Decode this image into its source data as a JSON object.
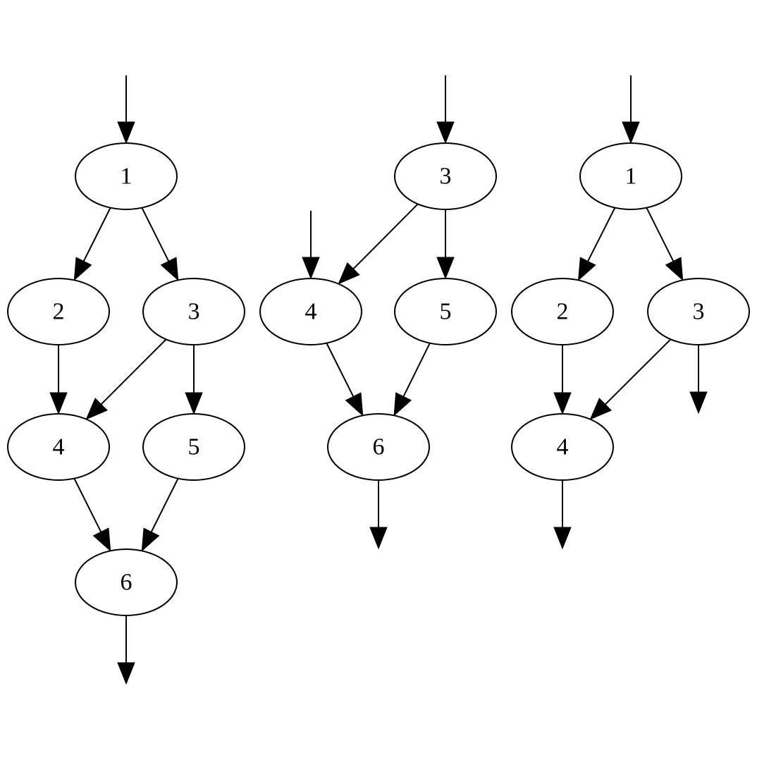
{
  "colors": {
    "stroke": "#000000",
    "fill": "#ffffff",
    "background": "#ffffff"
  },
  "graphs": [
    {
      "name": "graph-1",
      "nodes": [
        {
          "id": "g1-n1",
          "label": "1"
        },
        {
          "id": "g1-n2",
          "label": "2"
        },
        {
          "id": "g1-n3",
          "label": "3"
        },
        {
          "id": "g1-n4",
          "label": "4"
        },
        {
          "id": "g1-n5",
          "label": "5"
        },
        {
          "id": "g1-n6",
          "label": "6"
        }
      ],
      "edges": [
        {
          "from": null,
          "to": "g1-n1"
        },
        {
          "from": "g1-n1",
          "to": "g1-n2"
        },
        {
          "from": "g1-n1",
          "to": "g1-n3"
        },
        {
          "from": "g1-n2",
          "to": "g1-n4"
        },
        {
          "from": "g1-n3",
          "to": "g1-n4"
        },
        {
          "from": "g1-n3",
          "to": "g1-n5"
        },
        {
          "from": "g1-n4",
          "to": "g1-n6"
        },
        {
          "from": "g1-n5",
          "to": "g1-n6"
        },
        {
          "from": "g1-n6",
          "to": null
        }
      ]
    },
    {
      "name": "graph-2",
      "nodes": [
        {
          "id": "g2-n3",
          "label": "3"
        },
        {
          "id": "g2-n4",
          "label": "4"
        },
        {
          "id": "g2-n5",
          "label": "5"
        },
        {
          "id": "g2-n6",
          "label": "6"
        }
      ],
      "edges": [
        {
          "from": null,
          "to": "g2-n3"
        },
        {
          "from": null,
          "to": "g2-n4"
        },
        {
          "from": "g2-n3",
          "to": "g2-n4"
        },
        {
          "from": "g2-n3",
          "to": "g2-n5"
        },
        {
          "from": "g2-n4",
          "to": "g2-n6"
        },
        {
          "from": "g2-n5",
          "to": "g2-n6"
        },
        {
          "from": "g2-n6",
          "to": null
        }
      ]
    },
    {
      "name": "graph-3",
      "nodes": [
        {
          "id": "g3-n1",
          "label": "1"
        },
        {
          "id": "g3-n2",
          "label": "2"
        },
        {
          "id": "g3-n3",
          "label": "3"
        },
        {
          "id": "g3-n4",
          "label": "4"
        }
      ],
      "edges": [
        {
          "from": null,
          "to": "g3-n1"
        },
        {
          "from": "g3-n1",
          "to": "g3-n2"
        },
        {
          "from": "g3-n1",
          "to": "g3-n3"
        },
        {
          "from": "g3-n2",
          "to": "g3-n4"
        },
        {
          "from": "g3-n3",
          "to": "g3-n4"
        },
        {
          "from": "g3-n3",
          "to": null
        },
        {
          "from": "g3-n4",
          "to": null
        }
      ]
    }
  ]
}
